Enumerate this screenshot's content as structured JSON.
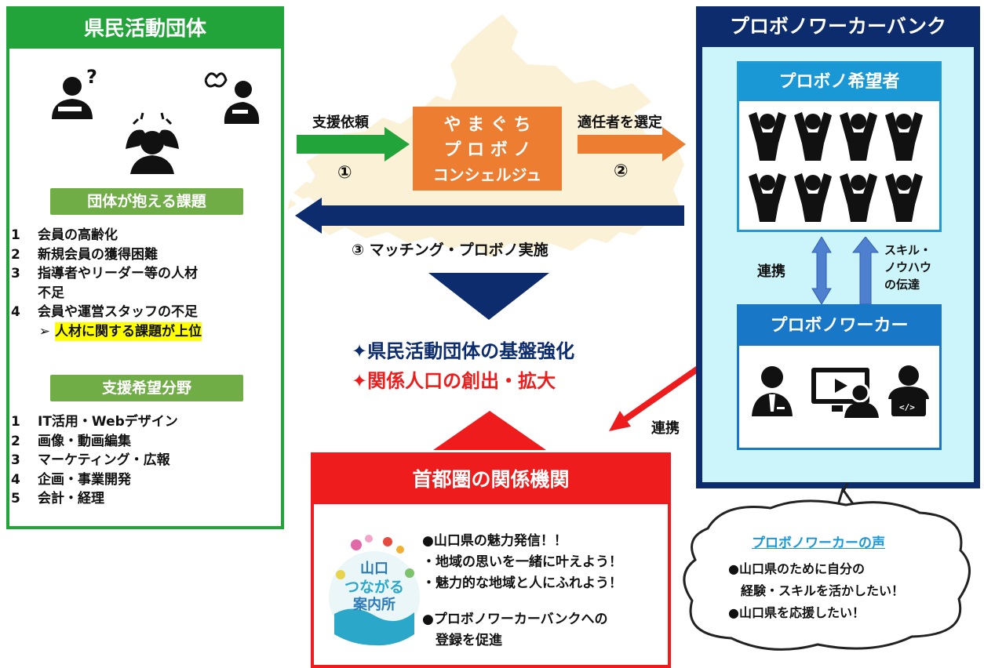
{
  "left": {
    "title": "県民活動団体",
    "issues_header": "団体が抱える課題",
    "issues": [
      {
        "num": "1",
        "text": "会員の高齢化"
      },
      {
        "num": "2",
        "text": "新規会員の獲得困難"
      },
      {
        "num": "3",
        "text": "指導者やリーダー等の人材"
      },
      {
        "num": "",
        "text": "不足"
      },
      {
        "num": "4",
        "text": "会員や運営スタッフの不足"
      }
    ],
    "highlight_bullet": "➢",
    "highlight": "人材に関する課題が上位",
    "support_header": "支援希望分野",
    "fields": [
      {
        "num": "1",
        "text": "IT活用・Webデザイン"
      },
      {
        "num": "2",
        "text": "画像・動画編集"
      },
      {
        "num": "3",
        "text": "マーケティング・広報"
      },
      {
        "num": "4",
        "text": "企画・事業開発"
      },
      {
        "num": "5",
        "text": "会計・経理"
      }
    ]
  },
  "center": {
    "request_label": "支援依頼",
    "step1": "①",
    "concierge_lines": [
      "や ま ぐ ち",
      "プ ロ ボ ノ",
      "コンシェルジュ"
    ],
    "select_label": "適任者を選定",
    "step2": "②",
    "matching_label": "③ マッチング・プロボノ実施",
    "outcome1": "県民活動団体の基盤強化",
    "outcome2": "関係人口の創出・拡大",
    "outcome_bullet": "✦",
    "link_label": "連携"
  },
  "right": {
    "title": "プロボノワーカーバンク",
    "hopeful_title": "プロボノ希望者",
    "link_label": "連携",
    "skill_lines": [
      "スキル・",
      "ノウハウ",
      "の伝達"
    ],
    "worker_title": "プロボノワーカー"
  },
  "voice": {
    "title": "プロボノワーカーの声",
    "lines": [
      "●山口県のために自分の",
      "　経験・スキルを活かしたい！",
      "●山口県を応援したい！"
    ]
  },
  "metro": {
    "title": "首都圏の関係機関",
    "lines": [
      "●山口県の魅力発信！！",
      "・地域の思いを一緒に叶えよう！",
      "・魅力的な地域と人にふれよう！"
    ],
    "lines2": [
      "●プロボノワーカーバンクへの",
      "　登録を促進"
    ],
    "logo_text": [
      "山口",
      "つながる",
      "案内所"
    ]
  },
  "colors": {
    "green": "#22a43a",
    "pill_green": "#71ad47",
    "orange": "#ed7d31",
    "navy": "#0d2c6e",
    "red": "#ee1c1c",
    "sky": "#1a98d5"
  }
}
